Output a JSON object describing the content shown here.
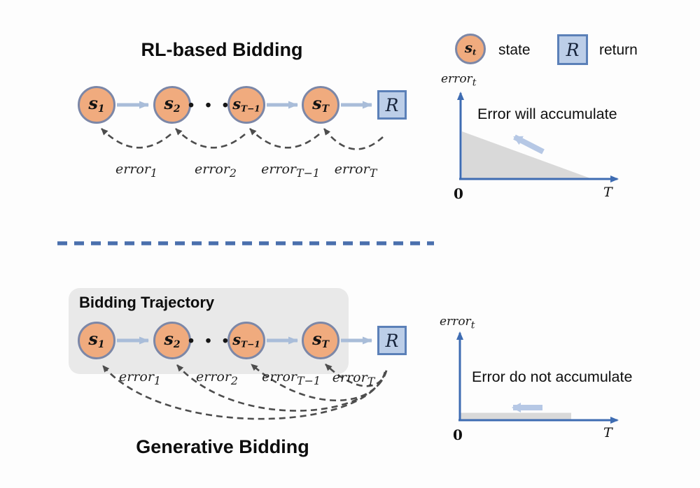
{
  "top_section": {
    "title": "RL-based Bidding",
    "nodes": [
      {
        "base": "s",
        "sub": "1"
      },
      {
        "base": "s",
        "sub": "2"
      },
      {
        "base": "s",
        "sub": "T−1"
      },
      {
        "base": "s",
        "sub": "T"
      }
    ],
    "ellipsis": "• • •",
    "return_label": "R",
    "error_labels": [
      {
        "base": "error",
        "sub": "1"
      },
      {
        "base": "error",
        "sub": "2"
      },
      {
        "base": "error",
        "sub": "T−1"
      },
      {
        "base": "error",
        "sub": "T"
      }
    ]
  },
  "legend": {
    "state_symbol": {
      "base": "s",
      "sub": "t"
    },
    "state_text": "state",
    "return_symbol": "R",
    "return_text": "return"
  },
  "top_chart": {
    "y_axis_label": {
      "base": "error",
      "sub": "t"
    },
    "annotation": "Error will accumulate",
    "origin_tick": "0",
    "x_end_tick": "T",
    "trend": "error decreases from high at t=0 to zero near T (accumulated error shown as shaded triangle)"
  },
  "bottom_section": {
    "box_label": "Bidding Trajectory",
    "title": "Generative Bidding",
    "nodes": [
      {
        "base": "s",
        "sub": "1"
      },
      {
        "base": "s",
        "sub": "2"
      },
      {
        "base": "s",
        "sub": "T−1"
      },
      {
        "base": "s",
        "sub": "T"
      }
    ],
    "ellipsis": "• • •",
    "return_label": "R",
    "error_labels": [
      {
        "base": "error",
        "sub": "1"
      },
      {
        "base": "error",
        "sub": "2"
      },
      {
        "base": "error",
        "sub": "T−1"
      },
      {
        "base": "error",
        "sub": "T"
      }
    ]
  },
  "bottom_chart": {
    "y_axis_label": {
      "base": "error",
      "sub": "t"
    },
    "annotation": "Error do not accumulate",
    "origin_tick": "0",
    "x_end_tick": "T",
    "trend": "error stays flat and low from 0 to T (thin shaded bar along x-axis)"
  },
  "colors": {
    "state_node_fill": "#f0ab7e",
    "state_node_border": "#7c87a7",
    "chain_arrow": "#a9bdd9",
    "return_fill": "#bccee8",
    "return_border": "#5b80b8",
    "dashed_error_arc": "#4d4d4d",
    "divider_blue": "#4a6fad",
    "axis_blue": "#3e6cb2",
    "shaded_area_gray": "#d9d9d9",
    "hint_arrow_blue": "#b6c8e5",
    "trajectory_box_gray": "#e9e9e9"
  }
}
